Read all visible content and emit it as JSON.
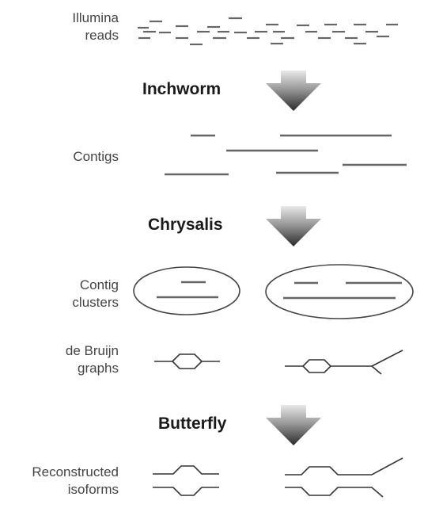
{
  "labels": {
    "reads": [
      "Illumina",
      "reads"
    ],
    "contigs": "Contigs",
    "clusters": [
      "Contig",
      "clusters"
    ],
    "graphs": [
      "de Bruijn",
      "graphs"
    ],
    "isoforms": [
      "Reconstructed",
      "isoforms"
    ]
  },
  "stages": {
    "inchworm": "Inchworm",
    "chrysalis": "Chrysalis",
    "butterfly": "Butterfly"
  },
  "colors": {
    "line": "#666666",
    "text": "#444444",
    "stage_text": "#1a1a1a",
    "arrow_light": "#e8e8e8",
    "arrow_dark": "#2a2a2a"
  }
}
